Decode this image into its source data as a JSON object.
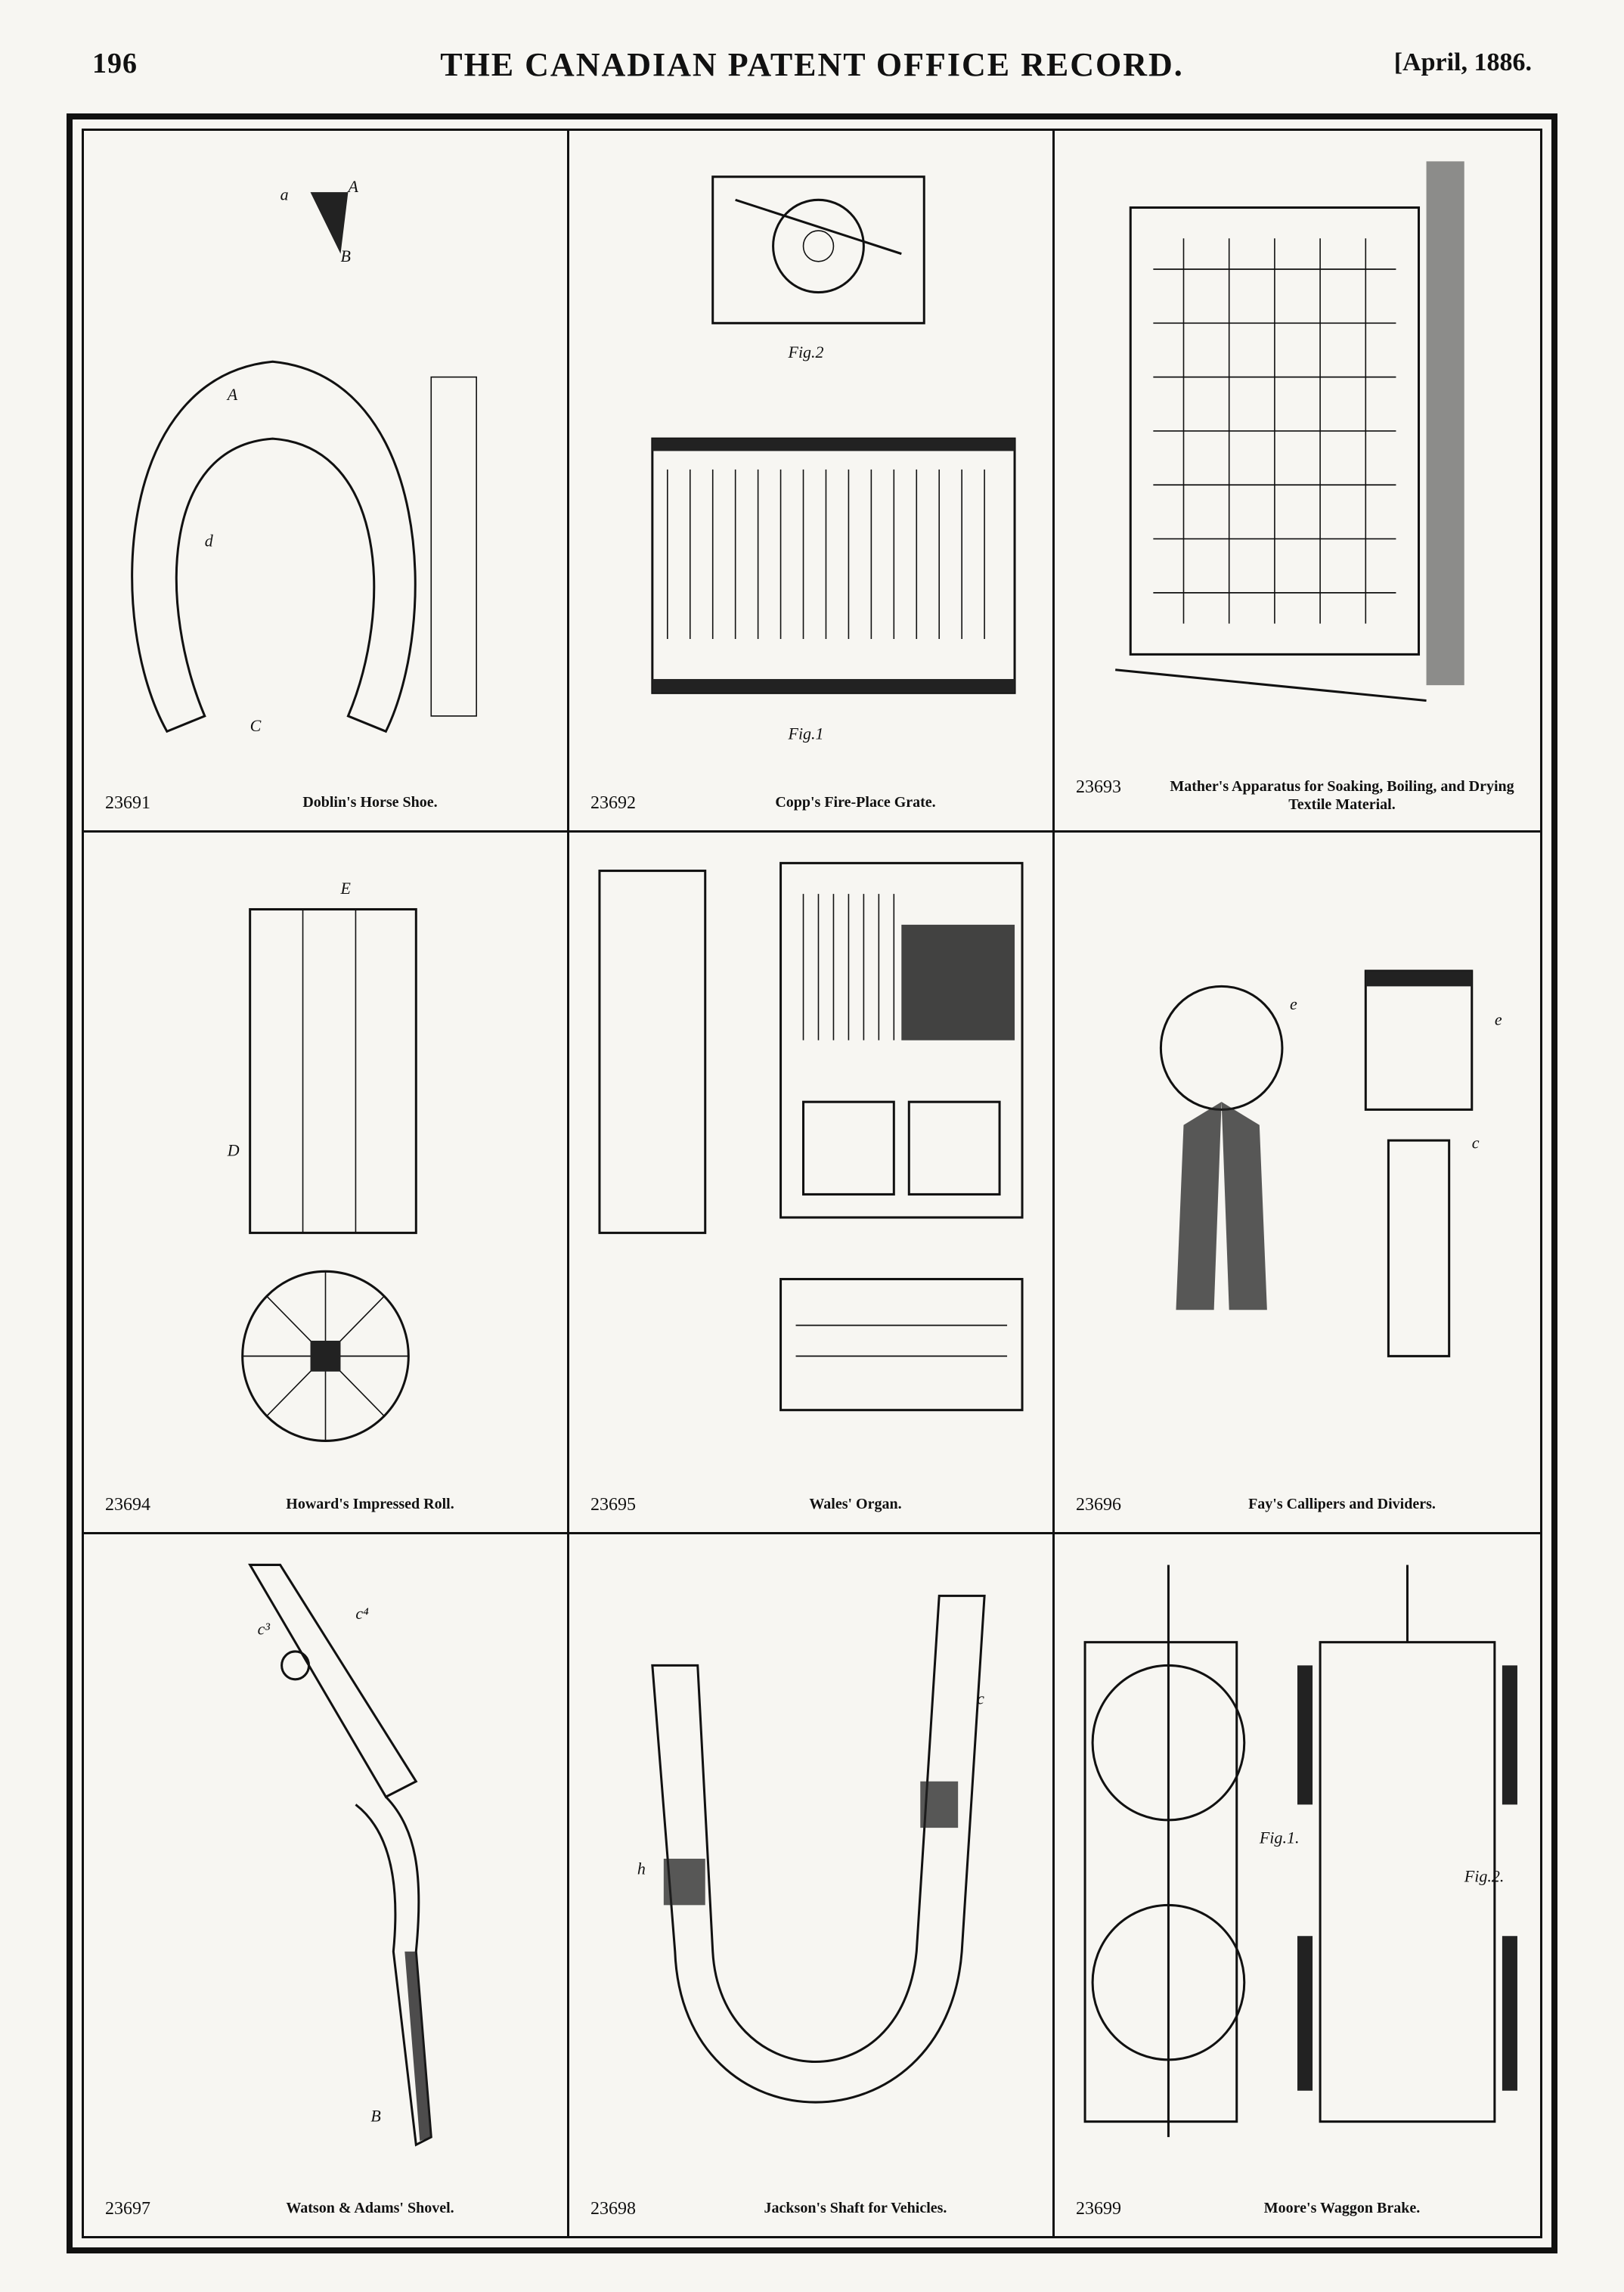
{
  "header": {
    "page_number": "196",
    "journal_title": "THE CANADIAN PATENT OFFICE RECORD.",
    "issue_date": "[April, 1886."
  },
  "patents": [
    {
      "number": "23691",
      "title": "Doblin's Horse Shoe."
    },
    {
      "number": "23692",
      "title": "Copp's Fire-Place Grate."
    },
    {
      "number": "23693",
      "title": "Mather's Apparatus for Soaking, Boiling, and Drying Textile Material."
    },
    {
      "number": "23694",
      "title": "Howard's Impressed Roll."
    },
    {
      "number": "23695",
      "title": "Wales' Organ."
    },
    {
      "number": "23696",
      "title": "Fay's Callipers and Dividers."
    },
    {
      "number": "23697",
      "title": "Watson & Adams' Shovel."
    },
    {
      "number": "23698",
      "title": "Jackson's Shaft for Vehicles."
    },
    {
      "number": "23699",
      "title": "Moore's Waggon Brake."
    }
  ],
  "figure_labels": {
    "fig2": "Fig.2",
    "fig1": "Fig.1",
    "moore_fig1": "Fig.1.",
    "moore_fig2": "Fig.2."
  }
}
